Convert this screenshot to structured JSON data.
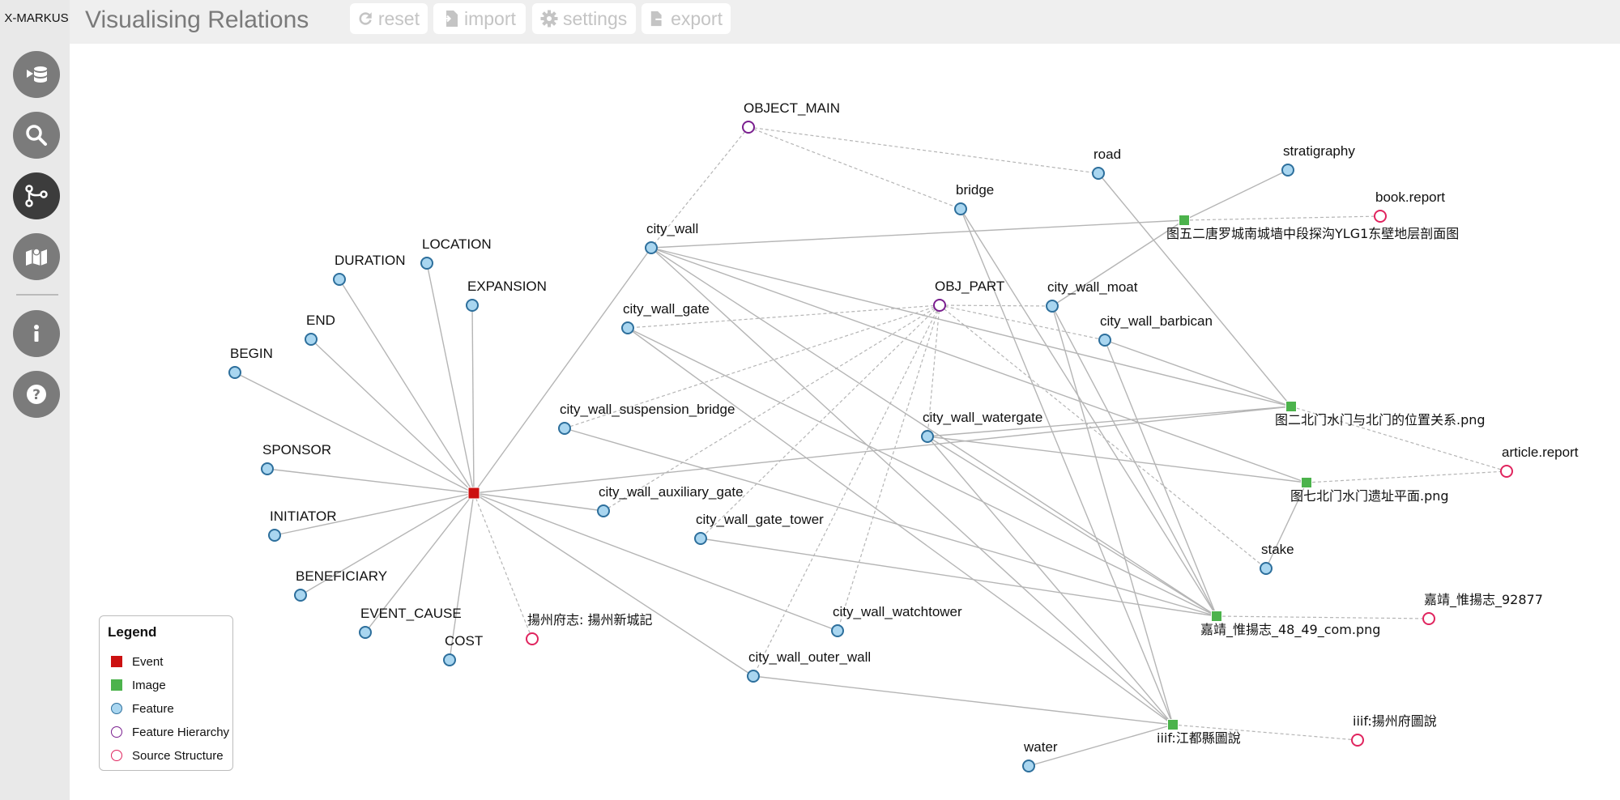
{
  "app": {
    "brand": "X-MARKUS",
    "title": "Visualising Relations"
  },
  "toolbar": [
    {
      "id": "reset",
      "label": "reset",
      "icon": "refresh-icon"
    },
    {
      "id": "import",
      "label": "import",
      "icon": "file-import-icon"
    },
    {
      "id": "settings",
      "label": "settings",
      "icon": "gear-icon"
    },
    {
      "id": "export",
      "label": "export",
      "icon": "file-export-icon"
    }
  ],
  "sidebar": [
    {
      "id": "database",
      "icon": "database-icon"
    },
    {
      "id": "search",
      "icon": "search-icon"
    },
    {
      "id": "relations",
      "icon": "relations-icon",
      "active": true
    },
    {
      "id": "map",
      "icon": "map-icon"
    },
    {
      "id": "info",
      "icon": "info-icon"
    },
    {
      "id": "help",
      "icon": "help-icon"
    }
  ],
  "colors": {
    "event": "#cc1111",
    "image": "#4cb34c",
    "feature_fill": "#a9d6f0",
    "feature_stroke": "#2d6f9c",
    "hierarchy": "#7a1f8f",
    "source": "#e0245e",
    "edge": "#b5b5b5"
  },
  "legend": {
    "title": "Legend",
    "items": [
      {
        "type": "event",
        "label": "Event"
      },
      {
        "type": "image",
        "label": "Image"
      },
      {
        "type": "feature",
        "label": "Feature"
      },
      {
        "type": "hierarchy",
        "label": "Feature Hierarchy"
      },
      {
        "type": "source",
        "label": "Source Structure"
      }
    ]
  },
  "graph": {
    "nodes": [
      {
        "id": "event",
        "type": "event",
        "label": ""
      },
      {
        "id": "BEGIN",
        "type": "feature",
        "label": "BEGIN"
      },
      {
        "id": "END",
        "type": "feature",
        "label": "END"
      },
      {
        "id": "DURATION",
        "type": "feature",
        "label": "DURATION"
      },
      {
        "id": "LOCATION",
        "type": "feature",
        "label": "LOCATION"
      },
      {
        "id": "EXPANSION",
        "type": "feature",
        "label": "EXPANSION"
      },
      {
        "id": "SPONSOR",
        "type": "feature",
        "label": "SPONSOR"
      },
      {
        "id": "INITIATOR",
        "type": "feature",
        "label": "INITIATOR"
      },
      {
        "id": "BENEFICIARY",
        "type": "feature",
        "label": "BENEFICIARY"
      },
      {
        "id": "EVENT_CAUSE",
        "type": "feature",
        "label": "EVENT_CAUSE"
      },
      {
        "id": "COST",
        "type": "feature",
        "label": "COST"
      },
      {
        "id": "yzfz",
        "type": "source",
        "label": "揚州府志: 揚州新城記"
      },
      {
        "id": "OBJECT_MAIN",
        "type": "hierarchy",
        "label": "OBJECT_MAIN"
      },
      {
        "id": "OBJ_PART",
        "type": "hierarchy",
        "label": "OBJ_PART"
      },
      {
        "id": "road",
        "type": "feature",
        "label": "road"
      },
      {
        "id": "bridge",
        "type": "feature",
        "label": "bridge"
      },
      {
        "id": "stratigraphy",
        "type": "feature",
        "label": "stratigraphy"
      },
      {
        "id": "book_report",
        "type": "source",
        "label": "book.report"
      },
      {
        "id": "img5",
        "type": "image",
        "label": "图五二唐罗城南城墙中段探沟YLG1东壁地层剖面图"
      },
      {
        "id": "city_wall",
        "type": "feature",
        "label": "city_wall"
      },
      {
        "id": "city_wall_gate",
        "type": "feature",
        "label": "city_wall_gate"
      },
      {
        "id": "city_wall_moat",
        "type": "feature",
        "label": "city_wall_moat"
      },
      {
        "id": "city_wall_barbican",
        "type": "feature",
        "label": "city_wall_barbican"
      },
      {
        "id": "city_wall_suspension_bridge",
        "type": "feature",
        "label": "city_wall_suspension_bridge"
      },
      {
        "id": "city_wall_watergate",
        "type": "feature",
        "label": "city_wall_watergate"
      },
      {
        "id": "img2",
        "type": "image",
        "label": "图二北门水门与北门的位置关系.png"
      },
      {
        "id": "article_report",
        "type": "source",
        "label": "article.report"
      },
      {
        "id": "img7",
        "type": "image",
        "label": "图七北门水门遗址平面.png"
      },
      {
        "id": "city_wall_auxiliary_gate",
        "type": "feature",
        "label": "city_wall_auxiliary_gate"
      },
      {
        "id": "city_wall_gate_tower",
        "type": "feature",
        "label": "city_wall_gate_tower"
      },
      {
        "id": "stake",
        "type": "feature",
        "label": "stake"
      },
      {
        "id": "jiajing_img",
        "type": "image",
        "label": "嘉靖_惟揚志_48_49_com.png"
      },
      {
        "id": "jiajing_src",
        "type": "source",
        "label": "嘉靖_惟揚志_92877"
      },
      {
        "id": "city_wall_watchtower",
        "type": "feature",
        "label": "city_wall_watchtower"
      },
      {
        "id": "city_wall_outer_wall",
        "type": "feature",
        "label": "city_wall_outer_wall"
      },
      {
        "id": "iiif_jdx",
        "type": "image",
        "label": "iiif:江都縣圖說"
      },
      {
        "id": "iiif_yzf",
        "type": "source",
        "label": "iiif:揚州府圖說"
      },
      {
        "id": "water",
        "type": "feature",
        "label": "water"
      }
    ],
    "edges": [
      [
        "event",
        "BEGIN",
        "solid"
      ],
      [
        "event",
        "END",
        "solid"
      ],
      [
        "event",
        "DURATION",
        "solid"
      ],
      [
        "event",
        "LOCATION",
        "solid"
      ],
      [
        "event",
        "EXPANSION",
        "solid"
      ],
      [
        "event",
        "SPONSOR",
        "solid"
      ],
      [
        "event",
        "INITIATOR",
        "solid"
      ],
      [
        "event",
        "BENEFICIARY",
        "solid"
      ],
      [
        "event",
        "EVENT_CAUSE",
        "solid"
      ],
      [
        "event",
        "COST",
        "solid"
      ],
      [
        "event",
        "yzfz",
        "dashed"
      ],
      [
        "event",
        "city_wall",
        "solid"
      ],
      [
        "event",
        "city_wall_auxiliary_gate",
        "solid"
      ],
      [
        "event",
        "city_wall_watchtower",
        "solid"
      ],
      [
        "event",
        "city_wall_outer_wall",
        "solid"
      ],
      [
        "event",
        "img2",
        "solid"
      ],
      [
        "OBJECT_MAIN",
        "city_wall",
        "dashed"
      ],
      [
        "OBJECT_MAIN",
        "road",
        "dashed"
      ],
      [
        "OBJECT_MAIN",
        "bridge",
        "dashed"
      ],
      [
        "OBJ_PART",
        "city_wall_gate",
        "dashed"
      ],
      [
        "OBJ_PART",
        "city_wall_moat",
        "dashed"
      ],
      [
        "OBJ_PART",
        "city_wall_barbican",
        "dashed"
      ],
      [
        "OBJ_PART",
        "city_wall_suspension_bridge",
        "dashed"
      ],
      [
        "OBJ_PART",
        "city_wall_watergate",
        "dashed"
      ],
      [
        "OBJ_PART",
        "city_wall_auxiliary_gate",
        "dashed"
      ],
      [
        "OBJ_PART",
        "city_wall_gate_tower",
        "dashed"
      ],
      [
        "OBJ_PART",
        "city_wall_watchtower",
        "dashed"
      ],
      [
        "OBJ_PART",
        "city_wall_outer_wall",
        "dashed"
      ],
      [
        "OBJ_PART",
        "stake",
        "dashed"
      ],
      [
        "img5",
        "stratigraphy",
        "solid"
      ],
      [
        "img5",
        "book_report",
        "dashed"
      ],
      [
        "img5",
        "city_wall",
        "solid"
      ],
      [
        "img5",
        "city_wall_moat",
        "solid"
      ],
      [
        "img2",
        "road",
        "solid"
      ],
      [
        "img2",
        "city_wall",
        "solid"
      ],
      [
        "img2",
        "city_wall_barbican",
        "solid"
      ],
      [
        "img2",
        "city_wall_watergate",
        "solid"
      ],
      [
        "img2",
        "article_report",
        "dashed"
      ],
      [
        "img7",
        "city_wall",
        "solid"
      ],
      [
        "img7",
        "city_wall_watergate",
        "solid"
      ],
      [
        "img7",
        "stake",
        "solid"
      ],
      [
        "img7",
        "article_report",
        "dashed"
      ],
      [
        "jiajing_img",
        "city_wall",
        "solid"
      ],
      [
        "jiajing_img",
        "city_wall_gate",
        "solid"
      ],
      [
        "jiajing_img",
        "city_wall_moat",
        "solid"
      ],
      [
        "jiajing_img",
        "city_wall_barbican",
        "solid"
      ],
      [
        "jiajing_img",
        "city_wall_suspension_bridge",
        "solid"
      ],
      [
        "jiajing_img",
        "city_wall_watergate",
        "solid"
      ],
      [
        "jiajing_img",
        "city_wall_gate_tower",
        "solid"
      ],
      [
        "jiajing_img",
        "bridge",
        "solid"
      ],
      [
        "jiajing_img",
        "jiajing_src",
        "dashed"
      ],
      [
        "iiif_jdx",
        "city_wall",
        "solid"
      ],
      [
        "iiif_jdx",
        "city_wall_gate",
        "solid"
      ],
      [
        "iiif_jdx",
        "city_wall_moat",
        "solid"
      ],
      [
        "iiif_jdx",
        "city_wall_watergate",
        "solid"
      ],
      [
        "iiif_jdx",
        "bridge",
        "solid"
      ],
      [
        "iiif_jdx",
        "city_wall_outer_wall",
        "solid"
      ],
      [
        "iiif_jdx",
        "water",
        "solid"
      ],
      [
        "iiif_jdx",
        "iiif_yzf",
        "dashed"
      ]
    ]
  }
}
